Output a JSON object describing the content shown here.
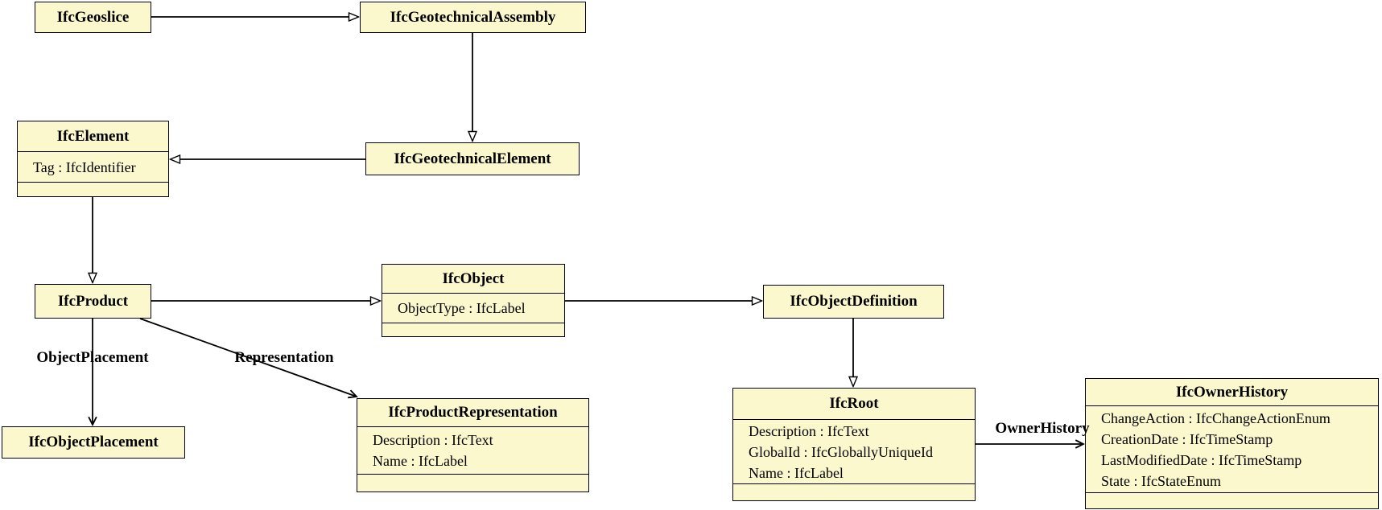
{
  "colors": {
    "box_fill": "#FCF8CE",
    "box_border": "#000000",
    "line": "#000000",
    "background": "#FFFFFF"
  },
  "nodes": [
    {
      "title": "IfcGeoslice",
      "attributes": []
    },
    {
      "title": "IfcGeotechnicalAssembly",
      "attributes": []
    },
    {
      "title": "IfcElement",
      "attributes": [
        "Tag : IfcIdentifier"
      ]
    },
    {
      "title": "IfcGeotechnicalElement",
      "attributes": []
    },
    {
      "title": "IfcProduct",
      "attributes": []
    },
    {
      "title": "IfcObject",
      "attributes": [
        "ObjectType : IfcLabel"
      ]
    },
    {
      "title": "IfcObjectDefinition",
      "attributes": []
    },
    {
      "title": "IfcObjectPlacement",
      "attributes": []
    },
    {
      "title": "IfcProductRepresentation",
      "attributes": [
        "Description : IfcText",
        "Name : IfcLabel"
      ]
    },
    {
      "title": "IfcRoot",
      "attributes": [
        "Description : IfcText",
        "GlobalId : IfcGloballyUniqueId",
        "Name : IfcLabel"
      ]
    },
    {
      "title": "IfcOwnerHistory",
      "attributes": [
        "ChangeAction : IfcChangeActionEnum",
        "CreationDate : IfcTimeStamp",
        "LastModifiedDate : IfcTimeStamp",
        "State : IfcStateEnum"
      ]
    }
  ],
  "edges": [
    {
      "from": "IfcGeoslice",
      "to": "IfcGeotechnicalAssembly",
      "type": "generalization",
      "label": ""
    },
    {
      "from": "IfcGeotechnicalAssembly",
      "to": "IfcGeotechnicalElement",
      "type": "generalization",
      "label": ""
    },
    {
      "from": "IfcGeotechnicalElement",
      "to": "IfcElement",
      "type": "generalization",
      "label": ""
    },
    {
      "from": "IfcElement",
      "to": "IfcProduct",
      "type": "generalization",
      "label": ""
    },
    {
      "from": "IfcProduct",
      "to": "IfcObject",
      "type": "generalization",
      "label": ""
    },
    {
      "from": "IfcObject",
      "to": "IfcObjectDefinition",
      "type": "generalization",
      "label": ""
    },
    {
      "from": "IfcObjectDefinition",
      "to": "IfcRoot",
      "type": "generalization",
      "label": ""
    },
    {
      "from": "IfcProduct",
      "to": "IfcObjectPlacement",
      "type": "association",
      "label": "ObjectPlacement"
    },
    {
      "from": "IfcProduct",
      "to": "IfcProductRepresentation",
      "type": "association",
      "label": "Representation"
    },
    {
      "from": "IfcRoot",
      "to": "IfcOwnerHistory",
      "type": "association",
      "label": "OwnerHistory"
    }
  ]
}
